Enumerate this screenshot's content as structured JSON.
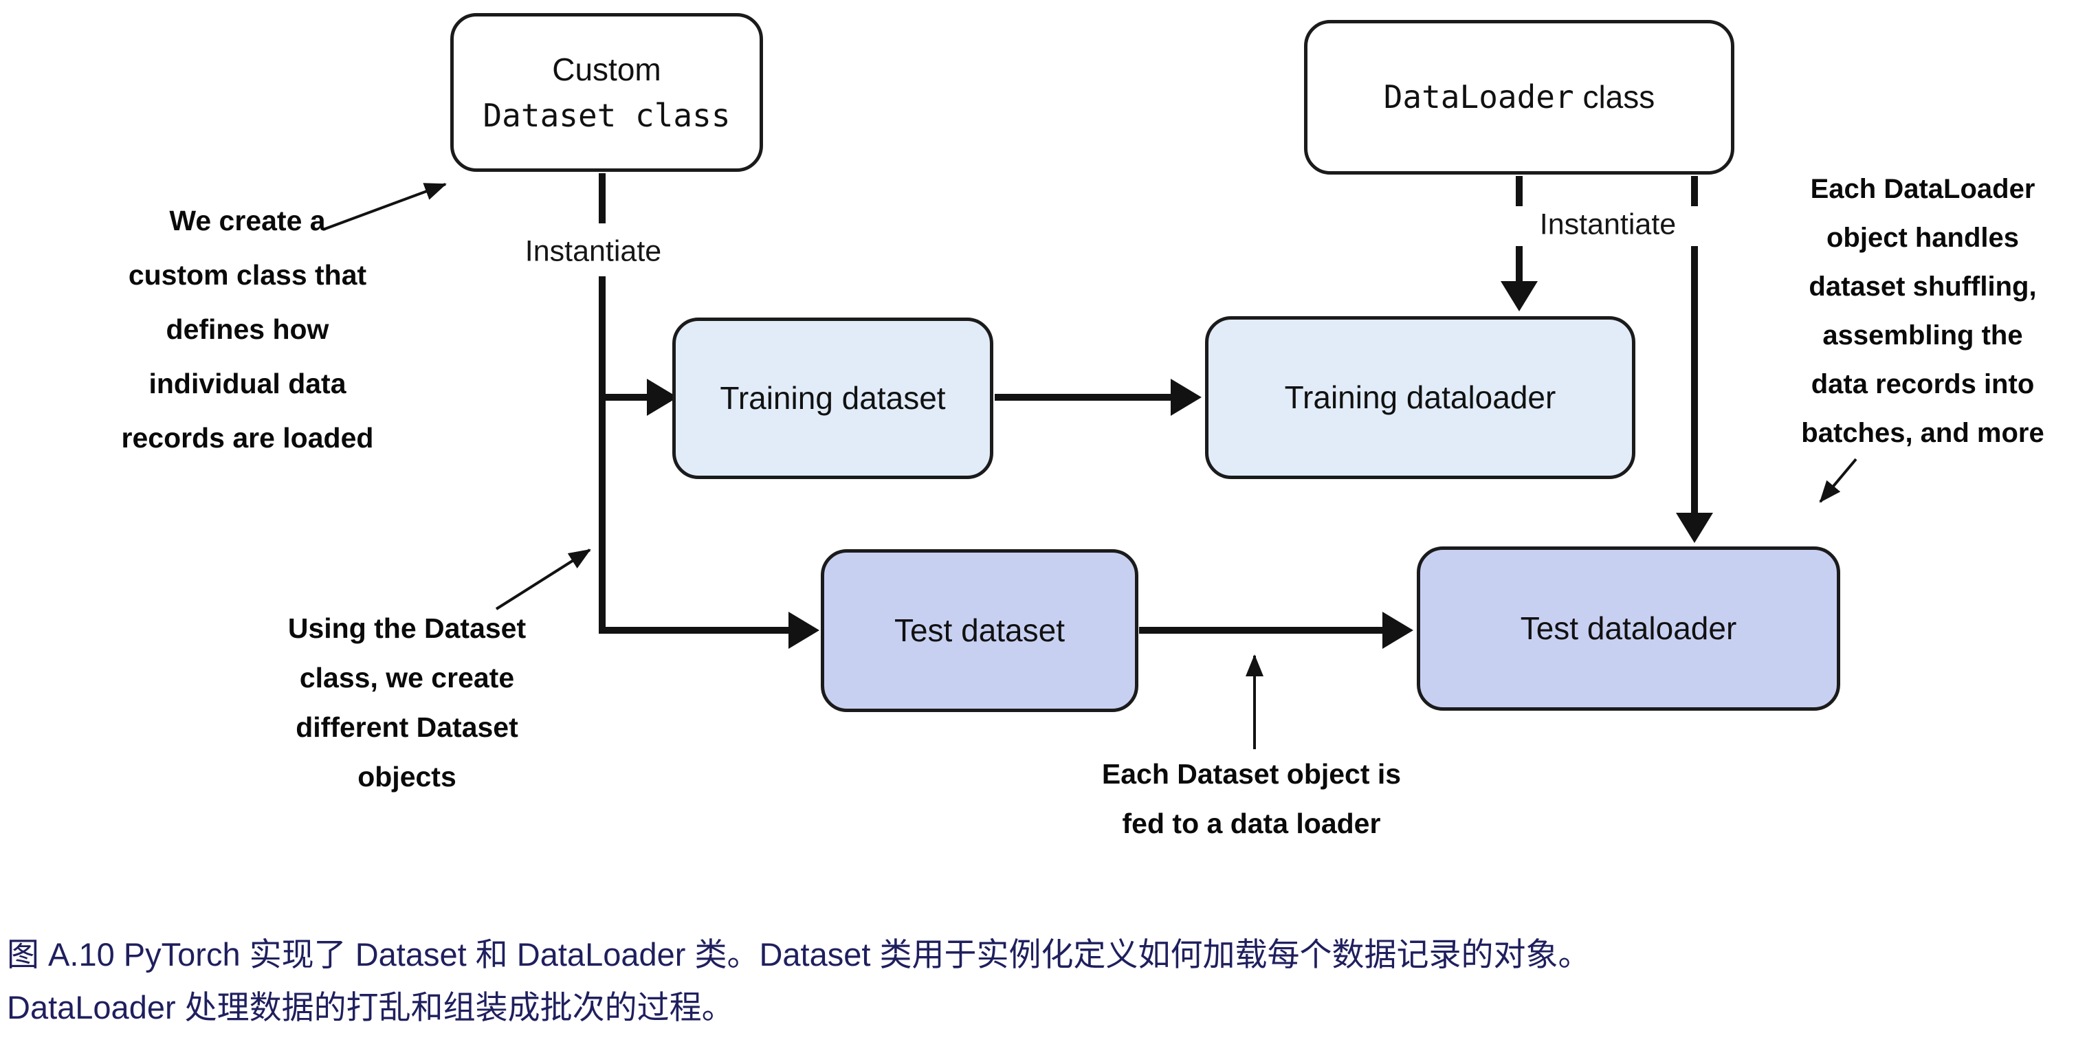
{
  "diagram": {
    "boxes": {
      "custom_dataset_class": {
        "title_line1": "Custom",
        "title_line2": "Dataset class",
        "fill": "#ffffff"
      },
      "dataloader_class": {
        "title_code": "DataLoader",
        "title_rest": " class",
        "fill": "#ffffff"
      },
      "training_dataset": {
        "label": "Training dataset",
        "fill": "#e1ecf8"
      },
      "training_dataloader": {
        "label": "Training dataloader",
        "fill": "#e1ecf8"
      },
      "test_dataset": {
        "label": "Test dataset",
        "fill": "#c8d0f2"
      },
      "test_dataloader": {
        "label": "Test dataloader",
        "fill": "#c8d0f2"
      }
    },
    "edge_labels": {
      "instantiate_left": "Instantiate",
      "instantiate_right": "Instantiate"
    },
    "annotations": {
      "create_custom_class": {
        "lines": [
          "We create a",
          "custom class that",
          "defines how",
          "individual data",
          "records are loaded"
        ]
      },
      "using_dataset_class": {
        "lines": [
          "Using the Dataset",
          "class, we create",
          "different Dataset",
          "objects"
        ]
      },
      "dataset_fed_to_loader": {
        "lines": [
          "Each Dataset object is",
          "fed to a data loader"
        ]
      },
      "dataloader_handles": {
        "lines": [
          "Each DataLoader",
          "object handles",
          "dataset shuffling,",
          "assembling the",
          "data records into",
          "batches, and more"
        ]
      }
    },
    "colors": {
      "connector_line": "#121212",
      "light_blue_fill": "#e1ecf8",
      "periwinkle_fill": "#c8d0f2",
      "caption_text": "#1f1f5e"
    }
  },
  "caption": {
    "line1": "图 A.10 PyTorch 实现了 Dataset 和 DataLoader 类。Dataset 类用于实例化定义如何加载每个数据记录的对象。",
    "line2": "DataLoader 处理数据的打乱和组装成批次的过程。"
  }
}
